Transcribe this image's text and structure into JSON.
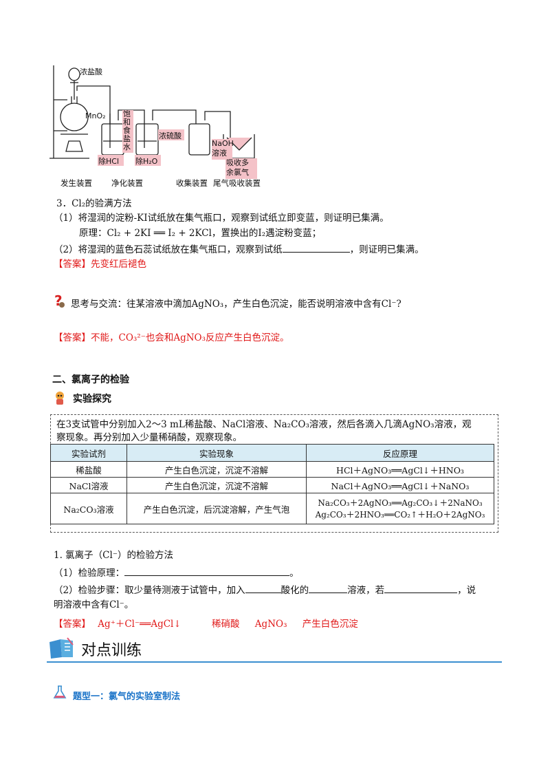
{
  "apparatus": {
    "labels": {
      "conc_hcl": "浓盐酸",
      "mno2": "MnO₂",
      "sat_nacl": [
        "饱",
        "和",
        "食",
        "盐",
        "水"
      ],
      "conc_h2so4": "浓硫酸",
      "naoh": [
        "NaOH",
        "溶液"
      ],
      "remove_hcl": "除HCl",
      "remove_h2o": "除H₂O",
      "absorb": [
        "吸收多",
        "余氯气"
      ]
    },
    "captions": [
      "发生装置",
      "净化装置",
      "收集装置",
      "尾气吸收装置"
    ]
  },
  "sec3": {
    "title": "3．Cl₂的验满方法",
    "item1": "（1）将湿润的淀粉-KI试纸放在集气瓶口，观察到试纸立即变蓝，则证明已集满。",
    "principle": "原理：Cl₂ + 2KI ══ I₂ + 2KCl，置换出的I₂遇淀粉变蓝；",
    "item2a": "（2）将湿润的蓝色石蕊试纸放在集气瓶口，观察到试纸",
    "item2b": "，则证明已集满。",
    "answer_label": "【答案】",
    "answer": "先变红后褪色"
  },
  "think": {
    "text": "思考与交流：往某溶液中滴加AgNO₃，产生白色沉淀，能否说明溶液中含有Cl⁻?",
    "answer_label": "【答案】",
    "answer": "不能，CO₃²⁻也会和AgNO₃反应产生白色沉淀。"
  },
  "section2": {
    "title": "二、氯离子的检验",
    "explore": "实验探究",
    "intro1": "在3支试管中分别加入2～3 mL稀盐酸、NaCl溶液、Na₂CO₃溶液，然后各滴入几滴AgNO₃溶液，观",
    "intro2": "察现象。再分别加入少量稀硝酸，观察现象。",
    "headers": [
      "实验试剂",
      "实验现象",
      "反应原理"
    ],
    "rows": [
      {
        "reagent": "稀盐酸",
        "phenomenon": "产生白色沉淀，沉淀不溶解",
        "reaction": "HCl＋AgNO₃══AgCl↓＋HNO₃"
      },
      {
        "reagent": "NaCl溶液",
        "phenomenon": "产生白色沉淀，沉淀不溶解",
        "reaction": "NaCl＋AgNO₃══AgCl↓＋NaNO₃"
      },
      {
        "reagent": "Na₂CO₃溶液",
        "phenomenon": "产生白色沉淀，后沉淀溶解，产生气泡",
        "reaction": "Na₂CO₃＋2AgNO₃══Ag₂CO₃↓＋2NaNO₃",
        "reaction2": "Ag₂CO₃＋2HNO₃══CO₂↑＋H₂O＋2AgNO₃"
      }
    ]
  },
  "method": {
    "title": "1. 氯离子（Cl⁻）的检验方法",
    "item1": "（1）检验原理：",
    "item1_end": "。",
    "item2a": "（2）检验步骤：取少量待测液于试管中，加入",
    "item2b": "酸化的",
    "item2c": "溶液，若",
    "item2d": "，说",
    "item2e": "明溶液中含有Cl⁻。",
    "answer_label": "【答案】",
    "answers": [
      "Ag⁺＋Cl⁻══AgCl↓",
      "稀硝酸",
      "AgNO₃",
      "产生白色沉淀"
    ]
  },
  "training": {
    "title": "对点训练",
    "type1": "题型一：氯气的实验室制法"
  },
  "colors": {
    "answer": "#e01818",
    "accent": "#1a73c8",
    "table_header": "#d8ecf5"
  }
}
